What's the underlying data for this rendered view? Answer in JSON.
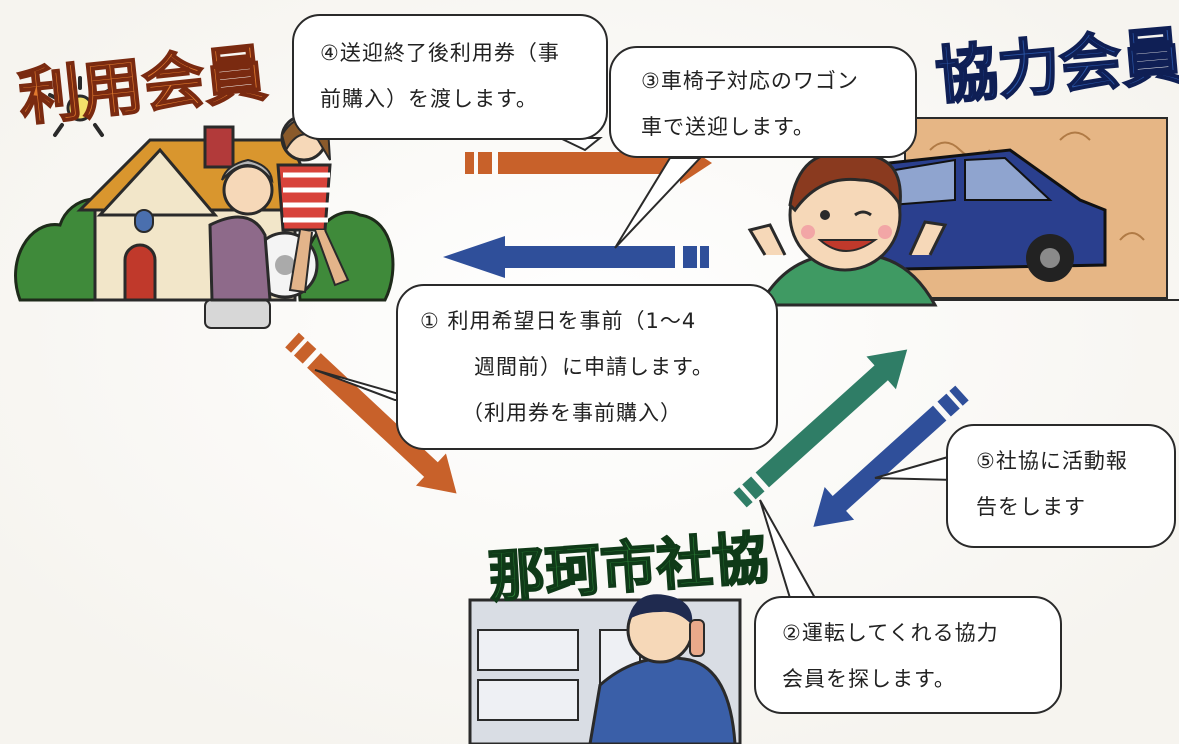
{
  "roles": {
    "user_member": "利用会員",
    "cooperating_member": "協力会員",
    "social_welfare_council": "那珂市社協"
  },
  "steps": {
    "step1": [
      "① 利用希望日を事前（1～4",
      "週間前）に申請します。",
      "（利用券を事前購入）"
    ],
    "step2": [
      "②運転してくれる協力",
      "会員を探します。"
    ],
    "step3": [
      "③車椅子対応のワゴン",
      "車で送迎します。"
    ],
    "step4": [
      "④送迎終了後利用券（事",
      "前購入）を渡します。"
    ],
    "step5": [
      "⑤社協に活動報",
      "告をします"
    ]
  },
  "colors": {
    "orange_arrow": "#c8612a",
    "blue_arrow": "#2f4f9a",
    "green_arrow": "#2f7d66",
    "title_orange": "#e07a2e",
    "title_blue": "#2a56a8",
    "title_green": "#2f8a3a"
  }
}
